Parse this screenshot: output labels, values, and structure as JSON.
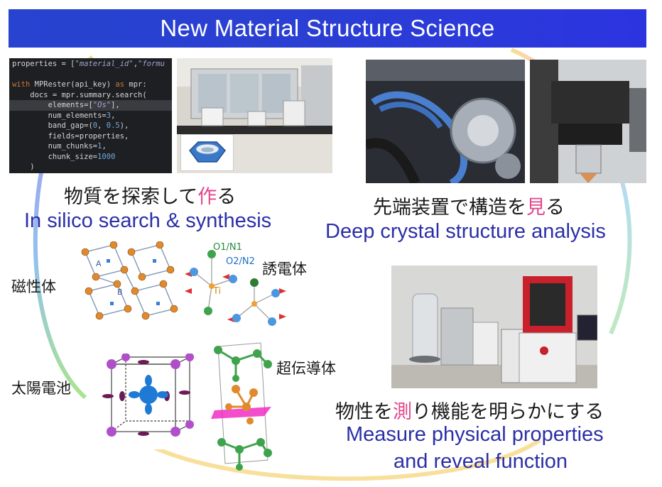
{
  "header": {
    "title": "New Material Structure Science"
  },
  "code": {
    "lines": [
      [
        {
          "t": "properties = [",
          "c": ""
        },
        {
          "t": "\"material_id\"",
          "c": "str"
        },
        {
          "t": ",",
          "c": ""
        },
        {
          "t": "\"formu",
          "c": "str"
        }
      ],
      [
        {
          "t": "",
          "c": ""
        }
      ],
      [
        {
          "t": "with",
          "c": "kw"
        },
        {
          "t": " MPRester(api_key) ",
          "c": ""
        },
        {
          "t": "as",
          "c": "kw"
        },
        {
          "t": " mpr:",
          "c": ""
        }
      ],
      [
        {
          "t": "    docs = mpr.summary.search(",
          "c": ""
        }
      ],
      [
        {
          "t": "        elements=[",
          "c": ""
        },
        {
          "t": "\"Os\"",
          "c": "str"
        },
        {
          "t": "],",
          "c": ""
        }
      ],
      [
        {
          "t": "        num_elements=",
          "c": ""
        },
        {
          "t": "3",
          "c": "num"
        },
        {
          "t": ",",
          "c": ""
        }
      ],
      [
        {
          "t": "        band_gap=(",
          "c": ""
        },
        {
          "t": "0",
          "c": "num"
        },
        {
          "t": ", ",
          "c": ""
        },
        {
          "t": "0.5",
          "c": "num"
        },
        {
          "t": "),",
          "c": ""
        }
      ],
      [
        {
          "t": "        fields=properties,",
          "c": ""
        }
      ],
      [
        {
          "t": "        num_chunks=",
          "c": ""
        },
        {
          "t": "1",
          "c": "num"
        },
        {
          "t": ",",
          "c": ""
        }
      ],
      [
        {
          "t": "        chunk_size=",
          "c": ""
        },
        {
          "t": "1000",
          "c": "num"
        }
      ],
      [
        {
          "t": "    )",
          "c": ""
        }
      ]
    ]
  },
  "section_create": {
    "jp_pre": "物質を探索して",
    "jp_hl": "作",
    "jp_post": "る",
    "en": "In silico search & synthesis"
  },
  "section_see": {
    "jp_pre": "先端装置で構造を",
    "jp_hl": "見",
    "jp_post": "る",
    "en": "Deep crystal structure analysis"
  },
  "section_measure": {
    "jp_pre": "物性を",
    "jp_hl": "測",
    "jp_post": "り機能を明らかにする",
    "en_line1": "Measure physical properties",
    "en_line2": "and reveal function"
  },
  "materials": {
    "magnetic": "磁性体",
    "dielectric": "誘電体",
    "solar": "太陽電池",
    "superconductor": "超伝導体"
  },
  "diagram_labels": {
    "site_a": "A",
    "site_b": "B",
    "o1n1": "O1/N1",
    "o2n2": "O2/N2",
    "ti": "Ti"
  },
  "colors": {
    "highlight": "#e0478c",
    "english": "#2b2fa8",
    "title_bar": "#2a3fd3"
  }
}
